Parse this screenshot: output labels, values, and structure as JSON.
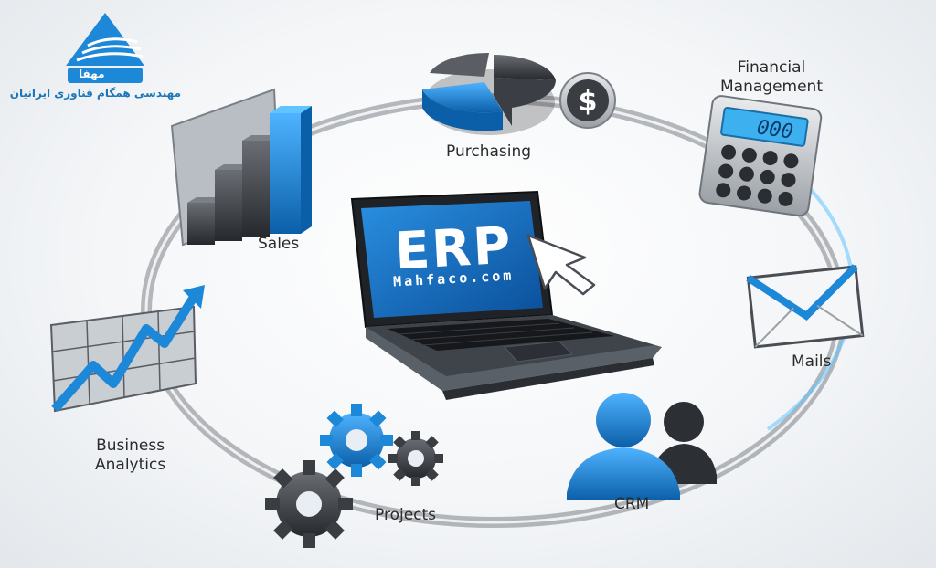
{
  "logo": {
    "brand_mark": "مهفا",
    "company_name": "مهندسی همگام فناوری ایرانیان"
  },
  "center": {
    "title": "ERP",
    "website": "Mahfaco.com",
    "icon": "laptop-icon",
    "pointer_icon": "cursor-arrow-icon"
  },
  "modules": [
    {
      "key": "purchasing",
      "line1": "Purchasing",
      "line2": "",
      "icon": "pie-chart-dollar-icon"
    },
    {
      "key": "financial",
      "line1": "Financial",
      "line2": "Management",
      "icon": "calculator-icon"
    },
    {
      "key": "mails",
      "line1": "Mails",
      "line2": "",
      "icon": "envelope-icon"
    },
    {
      "key": "crm",
      "line1": "CRM",
      "line2": "",
      "icon": "people-icon"
    },
    {
      "key": "projects",
      "line1": "Projects",
      "line2": "",
      "icon": "gears-icon"
    },
    {
      "key": "analytics",
      "line1": "Business",
      "line2": "Analytics",
      "icon": "line-chart-icon"
    },
    {
      "key": "sales",
      "line1": "Sales",
      "line2": "",
      "icon": "bar-chart-icon"
    }
  ],
  "calculator_display": "000",
  "colors": {
    "accent_blue": "#1e88d8",
    "dark_gray": "#3a3d42",
    "ring": "#9aa0a6"
  }
}
